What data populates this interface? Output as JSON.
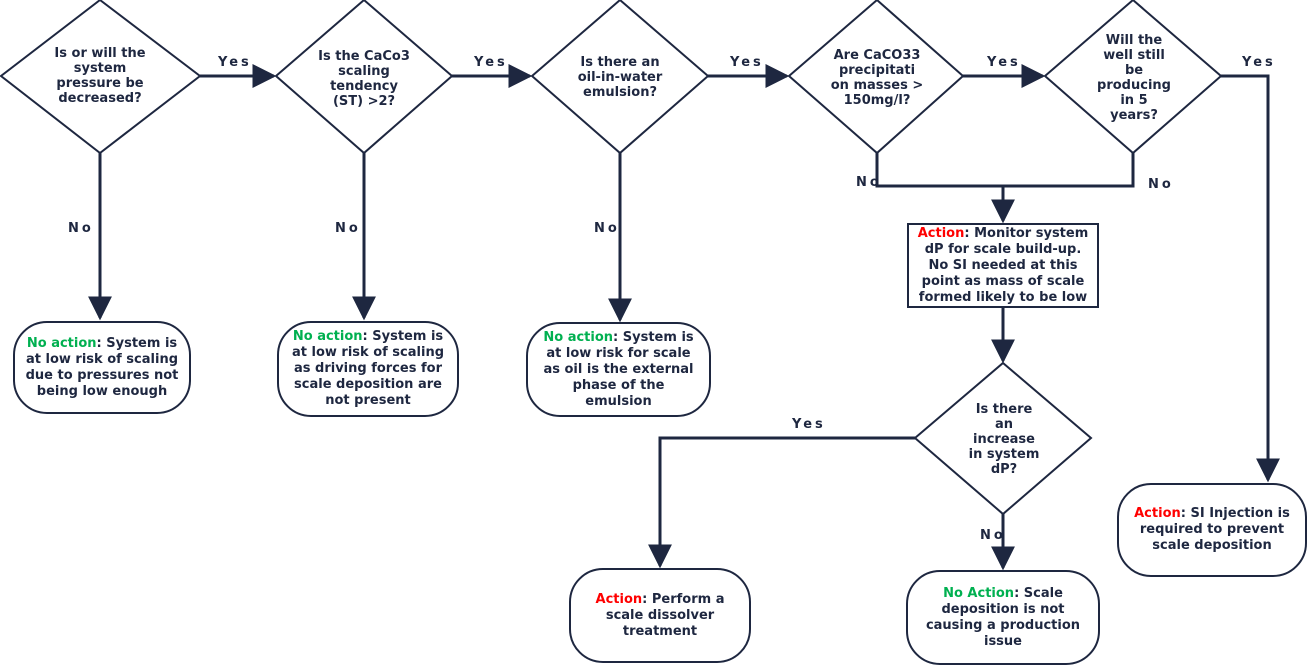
{
  "decisions": {
    "d1": "Is or will the system pressure be decreased?",
    "d2": "Is the CaCo3 scaling tendency (ST) >2?",
    "d3": "Is there an oil-in-water emulsion?",
    "d4": "Are CaCO33 precipitati on masses > 150mg/l?",
    "d5": "Will the well still be producing in 5 years?",
    "d6": "Is there an increase in system dP?"
  },
  "outcomes": {
    "o1": {
      "prefix": "No action",
      "sep": ":",
      "text": " System is at low risk of scaling due to pressures not being low enough"
    },
    "o2": {
      "prefix": "No action",
      "sep": ":",
      "text": " System is at low risk of scaling as driving forces for scale deposition are not present"
    },
    "o3": {
      "prefix": "No action",
      "sep": ":",
      "text": " System is at low risk for scale as oil is the external phase of the emulsion"
    },
    "o4": {
      "prefix": "Action",
      "sep": ":",
      "text": " Monitor system dP for scale build-up. No SI needed at this point as mass of scale formed likely to be low"
    },
    "o5": {
      "prefix": "Action",
      "sep": ":",
      "text": " SI Injection is required to prevent scale deposition"
    },
    "o6": {
      "prefix": "Action",
      "sep": ":",
      "text": " Perform a scale dissolver treatment"
    },
    "o7": {
      "prefix": "No Action",
      "sep": ":",
      "text": " Scale deposition is not causing a production issue"
    }
  },
  "labels": {
    "yes": "Yes",
    "no": "No"
  },
  "colors": {
    "line": "#1e2740",
    "no_action": "#00b050",
    "action": "#ff0000"
  }
}
